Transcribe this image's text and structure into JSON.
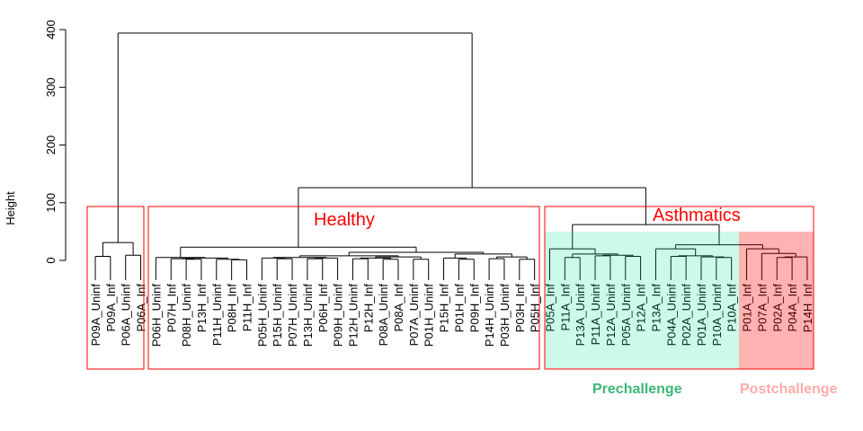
{
  "chart_data": {
    "type": "dendrogram",
    "title": "",
    "ylabel": "Height",
    "ylim": [
      0,
      400
    ],
    "yticks": [
      0,
      100,
      200,
      300,
      400
    ],
    "leaves": [
      "P09A_Uninf",
      "P09A_Inf",
      "P06A_Uninf",
      "P06A_Inf",
      "P06H_Uninf",
      "P07H_Inf",
      "P08H_Uninf",
      "P13H_Inf",
      "P11H_Uninf",
      "P08H_Inf",
      "P11H_Inf",
      "P05H_Uninf",
      "P15H_Uninf",
      "P07H_Uninf",
      "P13H_Uninf",
      "P06H_Inf",
      "P09H_Uninf",
      "P12H_Uninf",
      "P12H_Inf",
      "P08A_Uninf",
      "P08A_Inf",
      "P07A_Uninf",
      "P01H_Uninf",
      "P15H_Inf",
      "P01H_Inf",
      "P09H_Inf",
      "P14H_Uninf",
      "P03H_Uninf",
      "P03H_Inf",
      "P05H_Inf",
      "P05A_Inf",
      "P11A_Inf",
      "P13A_Uninf",
      "P11A_Uninf",
      "P12A_Uninf",
      "P05A_Uninf",
      "P12A_Inf",
      "P13A_Inf",
      "P04A_Uninf",
      "P02A_Uninf",
      "P01A_Uninf",
      "P10A_Uninf",
      "P10A_Inf",
      "P01A_Inf",
      "P07A_Inf",
      "P02A_Inf",
      "P04A_Inf",
      "P14H_Inf"
    ],
    "tree": {
      "h": 394,
      "c": [
        {
          "h": 31,
          "c": [
            {
              "h": 7,
              "c": [
                0,
                1
              ]
            },
            {
              "h": 9,
              "c": [
                2,
                3
              ]
            }
          ]
        },
        {
          "h": 126,
          "c": [
            {
              "h": 23,
              "c": [
                {
                  "h": 5,
                  "c": [
                    4,
                    {
                      "h": 4,
                      "c": [
                        {
                          "h": 3,
                          "c": [
                            5,
                            {
                              "h": 2,
                              "c": [
                                6,
                                7
                              ]
                            }
                          ]
                        },
                        {
                          "h": 2,
                          "c": [
                            8,
                            {
                              "h": 1,
                              "c": [
                                9,
                                10
                              ]
                            }
                          ]
                        }
                      ]
                    }
                  ]
                },
                {
                  "h": 14,
                  "c": [
                    {
                      "h": 8,
                      "c": [
                        {
                          "h": 5,
                          "c": [
                            {
                              "h": 4,
                              "c": [
                                11,
                                {
                                  "h": 3,
                                  "c": [
                                    12,
                                    13
                                  ]
                                }
                              ]
                            },
                            {
                              "h": 4,
                              "c": [
                                {
                                  "h": 3,
                                  "c": [
                                    14,
                                    15
                                  ]
                                },
                                16
                              ]
                            }
                          ]
                        },
                        {
                          "h": 6,
                          "c": [
                            {
                              "h": 4,
                              "c": [
                                {
                                  "h": 3,
                                  "c": [
                                    17,
                                    18
                                  ]
                                },
                                {
                                  "h": 2,
                                  "c": [
                                    19,
                                    20
                                  ]
                                }
                              ]
                            },
                            {
                              "h": 2,
                              "c": [
                                21,
                                22
                              ]
                            }
                          ]
                        }
                      ]
                    },
                    {
                      "h": 11,
                      "c": [
                        {
                          "h": 4,
                          "c": [
                            23,
                            {
                              "h": 2,
                              "c": [
                                24,
                                25
                              ]
                            }
                          ]
                        },
                        {
                          "h": 6,
                          "c": [
                            {
                              "h": 3,
                              "c": [
                                26,
                                27
                              ]
                            },
                            {
                              "h": 2,
                              "c": [
                                28,
                                29
                              ]
                            }
                          ]
                        }
                      ]
                    }
                  ]
                }
              ]
            },
            {
              "h": 62,
              "c": [
                {
                  "h": 20,
                  "c": [
                    30,
                    {
                      "h": 11,
                      "c": [
                        {
                          "h": 5,
                          "c": [
                            31,
                            32
                          ]
                        },
                        {
                          "h": 9,
                          "c": [
                            {
                              "h": 8,
                              "c": [
                                33,
                                34
                              ]
                            },
                            {
                              "h": 7,
                              "c": [
                                35,
                                36
                              ]
                            }
                          ]
                        }
                      ]
                    }
                  ]
                },
                {
                  "h": 27,
                  "c": [
                    {
                      "h": 20,
                      "c": [
                        37,
                        {
                          "h": 8,
                          "c": [
                            {
                              "h": 7,
                              "c": [
                                38,
                                39
                              ]
                            },
                            {
                              "h": 6,
                              "c": [
                                40,
                                {
                                  "h": 5,
                                  "c": [
                                    41,
                                    42
                                  ]
                                }
                              ]
                            }
                          ]
                        }
                      ]
                    },
                    {
                      "h": 20,
                      "c": [
                        43,
                        {
                          "h": 12,
                          "c": [
                            44,
                            {
                              "h": 6,
                              "c": [
                                {
                                  "h": 5,
                                  "c": [
                                    45,
                                    46
                                  ]
                                },
                                47
                              ]
                            }
                          ]
                        }
                      ]
                    }
                  ]
                }
              ]
            }
          ]
        }
      ]
    },
    "annotations": {
      "healthy": "Healthy",
      "asthmatics": "Asthmatics",
      "prechallenge": "Prechallenge",
      "postchallenge": "Postchallenge"
    },
    "colors": {
      "box": "#ff0000",
      "prechallenge_fill": "#00e890",
      "postchallenge_fill": "#ff0000",
      "prechallenge_text": "#3cb878",
      "postchallenge_text": "#ffaaaa"
    }
  }
}
